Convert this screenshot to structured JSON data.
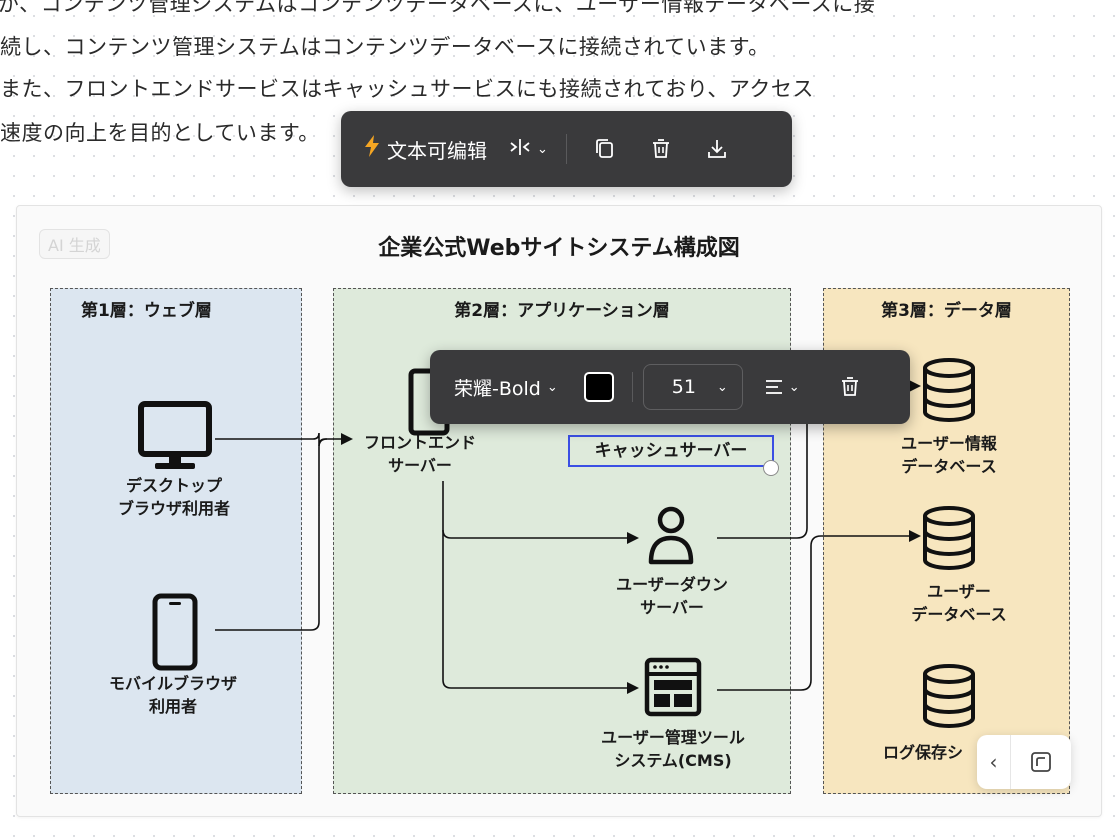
{
  "paragraph": {
    "line1": "が、コンテンツ管理システムはコンテンツデータベースに、ユーザー情報データベースに接",
    "line2": "続し、コンテンツ管理システムはコンテンツデータベースに接続されています。",
    "line3": "また、フロントエンドサービスはキャッシュサービスにも接続されており、アクセス",
    "line4": "速度の向上を目的としています。"
  },
  "top_toolbar": {
    "edit_text_label": "文本可编辑",
    "align_label": "⟷"
  },
  "diagram": {
    "ai_badge": "AI 生成",
    "title": "企業公式Webサイトシステム構成図",
    "layer1_title": "第1層：ウェブ層",
    "layer2_title": "第2層：アプリケーション層",
    "layer3_title": "第3層：データ層",
    "desktop_label": [
      "デスクトップ",
      "ブラウザ利用者"
    ],
    "mobile_label": [
      "モバイルブラウザ",
      "利用者"
    ],
    "frontend_label": [
      "フロントエンド",
      "サーバー"
    ],
    "cache_label": "キャッシュサーバー",
    "userdown_label": [
      "ユーザーダウン",
      "サーバー"
    ],
    "cms_label": [
      "ユーザー管理ツール",
      "システム(CMS)"
    ],
    "userinfo_db_label": [
      "ユーザー情報",
      "データベース"
    ],
    "user_db_label": [
      "ユーザー",
      "データベース"
    ],
    "log_label": "ログ保存シ"
  },
  "font_toolbar": {
    "font_family": "荣耀-Bold",
    "font_size": "51",
    "text_color": "#000000"
  },
  "colors": {
    "accent_selection": "#3b4fe4",
    "toolbar_bg": "#3a3a3c",
    "bolt": "#f5a623",
    "layer1_bg": "#dce6f0",
    "layer2_bg": "#deeadb",
    "layer3_bg": "#f7e6bf"
  },
  "icons": {
    "edit": "lightning-icon",
    "copy": "copy-icon",
    "delete": "trash-icon",
    "download": "download-icon",
    "collapse": "chevron-left-icon",
    "fit_view": "fit-view-icon"
  }
}
